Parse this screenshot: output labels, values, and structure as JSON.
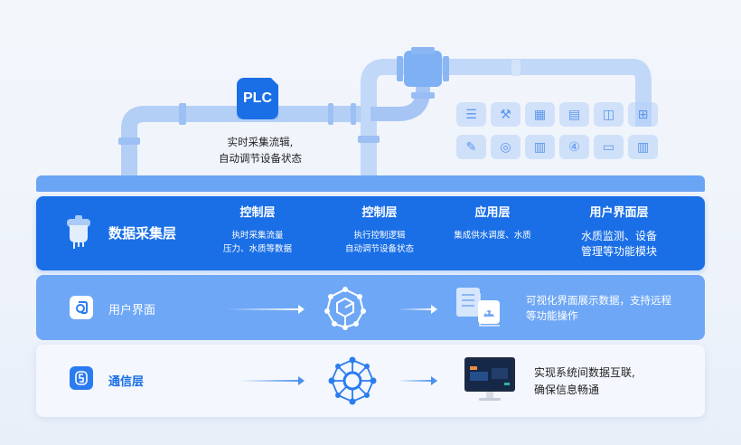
{
  "plc": {
    "label": "PLC",
    "caption_line1": "实时采集流辑,",
    "caption_line2": "自动调节设备状态"
  },
  "icon_grid": [
    {
      "icon": "document-list-icon",
      "glyph": "☰"
    },
    {
      "icon": "tools-icon",
      "glyph": "⚒"
    },
    {
      "icon": "server-rack-icon",
      "glyph": "▦"
    },
    {
      "icon": "file-icon",
      "glyph": "▤"
    },
    {
      "icon": "gauge-icon",
      "glyph": "◫"
    },
    {
      "icon": "bag-icon",
      "glyph": "⊞"
    },
    {
      "icon": "wrench-icon",
      "glyph": "✎"
    },
    {
      "icon": "camera-icon",
      "glyph": "◎"
    },
    {
      "icon": "cabinet-icon",
      "glyph": "▥"
    },
    {
      "icon": "water-drop-icon",
      "glyph": "④"
    },
    {
      "icon": "monitor-chart-icon",
      "glyph": "▭"
    },
    {
      "icon": "building-icon",
      "glyph": "▥"
    }
  ],
  "layers": {
    "data_collection": {
      "title": "数据采集层",
      "columns": [
        {
          "heading": "控制层",
          "line1": "执时采集流量",
          "line2": "压力、水质等数据"
        },
        {
          "heading": "控制层",
          "line1": "执行控制逻辑",
          "line2": "自动调节设备状态"
        },
        {
          "heading": "应用层",
          "line1": "集成供水调度、水质",
          "line2": ""
        },
        {
          "heading": "用户界面层",
          "line1": "水质监测、设备",
          "line2": "管理等功能模块"
        }
      ]
    },
    "user_interface": {
      "title": "用户界面",
      "desc_line1": "可视化界面展示数据，支持远程",
      "desc_line2": "等功能操作"
    },
    "communication": {
      "title": "通信层",
      "desc_line1": "实现系统间数据互联,",
      "desc_line2": "确保信息畅通"
    }
  },
  "colors": {
    "primary": "#1a6fe6",
    "secondary": "#6ea7f6",
    "light_panel": "#f4f7fd"
  }
}
